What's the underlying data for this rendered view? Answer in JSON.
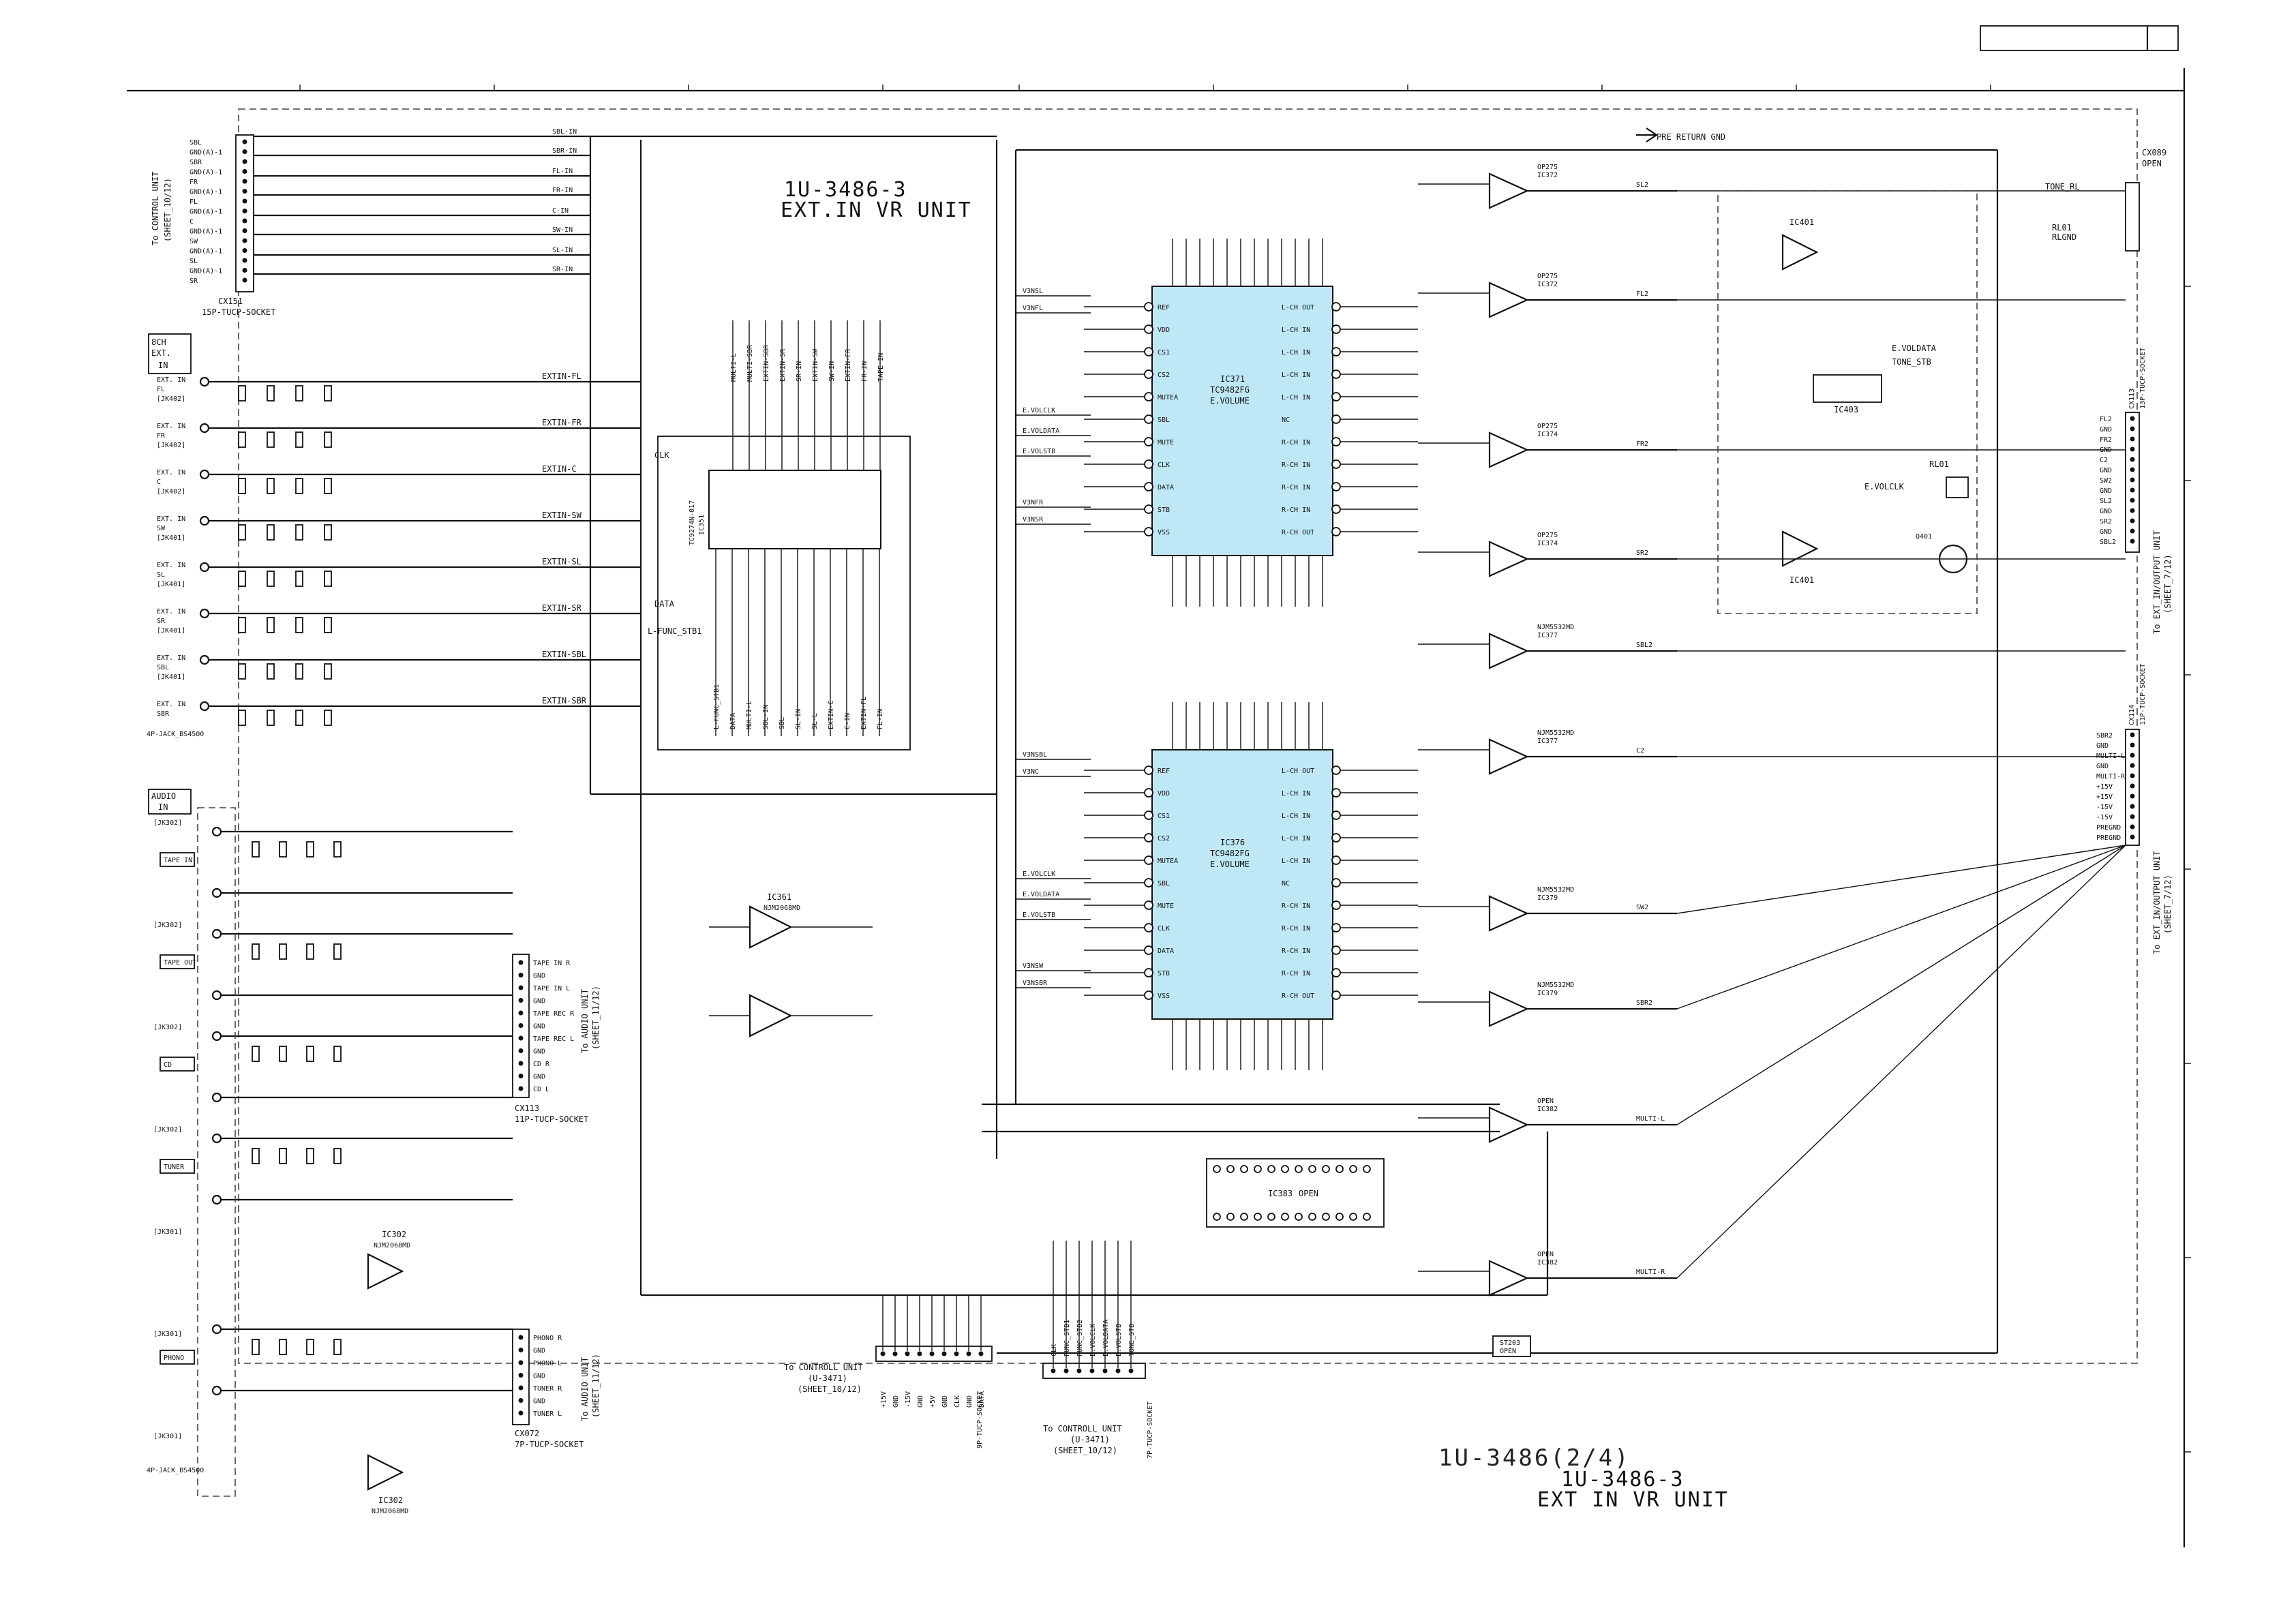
{
  "title_block": {
    "main_title": "1U-3486-3",
    "main_subtitle": "EXT.IN VR UNIT",
    "footer_title": "1U-3486(2/4)",
    "footer_line2": "1U-3486-3",
    "footer_line3": "EXT IN VR UNIT"
  },
  "left_connector": {
    "name": "CX151",
    "type": "15P-TUCP-SOCKET",
    "dest": [
      "To CONTROL UNIT",
      "(SHEET_10/12)"
    ],
    "pins": [
      "SBL",
      "GND(A)-1",
      "SBR",
      "GND(A)-1",
      "FR",
      "GND(A)-1",
      "FL",
      "GND(A)-1",
      "C",
      "GND(A)-1",
      "SW",
      "GND(A)-1",
      "SL",
      "GND(A)-1",
      "SR"
    ],
    "nets": [
      "SBL-IN",
      "SBR-IN",
      "FL-IN",
      "FR-IN",
      "C-IN",
      "SW-IN",
      "SL-IN",
      "SR-IN"
    ]
  },
  "ext_in_section": {
    "title": [
      "8CH",
      "EXT.",
      "IN"
    ],
    "jacks": [
      "EXT. IN FL",
      "EXT. IN FR",
      "EXT. IN C",
      "EXT. IN SW",
      "EXT. IN SL",
      "EXT. IN SR",
      "EXT. IN SBL",
      "EXT. IN SBR"
    ],
    "jack_refs": [
      "JK402",
      "JK402",
      "JK402",
      "JK401",
      "JK401",
      "JK401",
      "JK401"
    ],
    "nets": [
      "EXTIN-FL",
      "EXTIN-FR",
      "EXTIN-C",
      "EXTIN-SW",
      "EXTIN-SL",
      "EXTIN-SR",
      "EXTIN-SBL",
      "EXTIN-SBR"
    ],
    "jack_type": "4P-JACK_BS4500"
  },
  "audio_in_section": {
    "title": [
      "AUDIO",
      "IN"
    ],
    "sources": [
      "TAPE IN",
      "TAPE OUT",
      "CD",
      "TUNER",
      "PHONO"
    ],
    "jack_refs": [
      "JK302",
      "JK302",
      "JK302",
      "JK302",
      "JK301",
      "JK301",
      "JK301"
    ],
    "jack_type": "4P-JACK_BS4500"
  },
  "tape_connector": {
    "name": "CX113",
    "type": "11P-TUCP-SOCKET",
    "dest": [
      "To AUDIO UNIT",
      "(SHEET_11/12)"
    ],
    "pins": [
      "TAPE IN R",
      "GND",
      "TAPE IN L",
      "GND",
      "TAPE REC R",
      "GND",
      "TAPE REC L",
      "GND",
      "CD R",
      "GND",
      "CD L"
    ]
  },
  "phono_connector": {
    "name": "CX072",
    "type": "7P-TUCP-SOCKET",
    "dest": [
      "To AUDIO UNIT",
      "(SHEET_11/12)"
    ],
    "pins": [
      "PHONO R",
      "GND",
      "PHONO L",
      "GND",
      "TUNER R",
      "GND",
      "TUNER L"
    ]
  },
  "selector_ic": {
    "name": "IC351",
    "part": "TC9274N-017",
    "pins_top": [
      "MULTI-L",
      "MULTI-SBR",
      "EXTIN-SBR",
      "EXTIN-SR",
      "SR-IN",
      "EXTIN-SW",
      "SW-IN",
      "EXTIN-FR",
      "FR-IN",
      "TAPE IN"
    ],
    "pins_bottom": [
      "L-FUNC_STB1",
      "DATA",
      "MULTI-L",
      "SBL-IN",
      "SBL",
      "SL-IN",
      "SL-L",
      "EXTIN-C",
      "C-IN",
      "EXTIN-FL",
      "FL-IN"
    ],
    "clk_label": "CLK",
    "data_label": "DATA",
    "stb_label": "L-FUNC_STB1"
  },
  "evol_ic_upper": {
    "name": "IC371",
    "part": "TC9482FG",
    "func": "E.VOLUME",
    "pins_left": [
      "REF",
      "VDD",
      "CS1",
      "CS2",
      "MUTEA",
      "SBL",
      "MUTE",
      "CLK",
      "DATA",
      "STB",
      "VSS"
    ],
    "pins_right": [
      "L-CH OUT",
      "L-CH IN",
      "L-CH IN",
      "L-CH IN",
      "L-CH IN",
      "NC",
      "R-CH IN",
      "R-CH IN",
      "R-CH IN",
      "R-CH IN",
      "R-CH OUT"
    ],
    "nets": [
      "V3NSL",
      "V3NFL",
      "E.VOLCLK",
      "E.VOLDATA",
      "E.VOLSTB",
      "V3NFR",
      "V3NSR"
    ]
  },
  "evol_ic_lower": {
    "name": "IC376",
    "part": "TC9482FG",
    "func": "E.VOLUME",
    "nets": [
      "V3NSBL",
      "V3NC",
      "E.VOLCLK",
      "E.VOLDATA",
      "E.VOLSTB",
      "V3NSW",
      "V3NSBR"
    ]
  },
  "opamps": [
    {
      "ref": "IC372",
      "part": "OP275",
      "out": "SL2"
    },
    {
      "ref": "IC372",
      "part": "OP275",
      "out": "FL2"
    },
    {
      "ref": "IC374",
      "part": "OP275",
      "out": "FR2"
    },
    {
      "ref": "IC374",
      "part": "OP275",
      "out": "SR2"
    },
    {
      "ref": "IC377",
      "part": "NJM5532MD",
      "out": "SBL2"
    },
    {
      "ref": "IC377",
      "part": "NJM5532MD",
      "out": "C2"
    },
    {
      "ref": "IC379",
      "part": "NJM5532MD",
      "out": "SW2"
    },
    {
      "ref": "IC379",
      "part": "NJM5532MD",
      "out": "SBR2"
    },
    {
      "ref": "IC382",
      "part": "OPEN",
      "out": "MULTI-L"
    },
    {
      "ref": "IC382",
      "part": "OPEN",
      "out": "MULTI-R"
    }
  ],
  "phono_amp": {
    "ref": "IC361",
    "part": "NJM2068MD"
  },
  "phono_eq": {
    "ref": "IC302",
    "part": "NJM2068MD"
  },
  "multi_ic": {
    "ref": "IC383",
    "part": "OPEN"
  },
  "tone_section": {
    "ic401": "IC401",
    "ic403": "IC403",
    "relay": "RL01",
    "q401": "Q401",
    "signals": [
      "E.VOLDATA",
      "TONE_STB",
      "E.VOLCLK",
      "TONE_RL"
    ]
  },
  "right_top_connector": {
    "name": "CX089",
    "state": "OPEN",
    "pins": [
      "TONE_RL",
      "RL01",
      "RLGND"
    ]
  },
  "right_mid_connector": {
    "name": "CX113",
    "type": "13P-TUCP-SOCKET",
    "dest": [
      "To EXT_IN/OUTPUT UNIT",
      "(SHEET_7/12)"
    ],
    "pins": [
      "FL2",
      "GND",
      "FR2",
      "GND",
      "C2",
      "GND",
      "SW2",
      "GND",
      "SL2",
      "GND",
      "SR2",
      "GND",
      "SBL2"
    ]
  },
  "right_low_connector": {
    "name": "CX114",
    "type": "11P-TUCP-SOCKET",
    "dest": [
      "To EXT_IN/OUTPUT UNIT",
      "(SHEET_7/12)"
    ],
    "pins": [
      "SBR2",
      "GND",
      "MULTI-L",
      "GND",
      "MULTI-R",
      "+15V",
      "+15V",
      "-15V",
      "-15V",
      "PREGND",
      "PREGND"
    ]
  },
  "bottom_connector_power": {
    "type": "9P-TUCP-SOCKET",
    "dest": [
      "To CONTROLL UNIT",
      "(U-3471)",
      "(SHEET_10/12)"
    ],
    "pins": [
      "+15V",
      "GND",
      "-15V",
      "GND",
      "+5V",
      "GND",
      "CLK",
      "GND",
      "DATA"
    ]
  },
  "bottom_connector_ctrl": {
    "type": "7P-TUCP-SOCKET",
    "dest": [
      "To CONTROLL UNIT",
      "(U-3471)",
      "(SHEET_10/12)"
    ],
    "pins": [
      "CLK",
      "FUNC_STB1",
      "FUNC_STB2",
      "E.VOLCLK",
      "E.VOLDATA",
      "E.VOLSTB",
      "TONE_STB"
    ]
  },
  "misc": {
    "pre_return": "PRE RETURN GND",
    "st203": "ST203",
    "st203_state": "OPEN",
    "open": "OPEN"
  }
}
